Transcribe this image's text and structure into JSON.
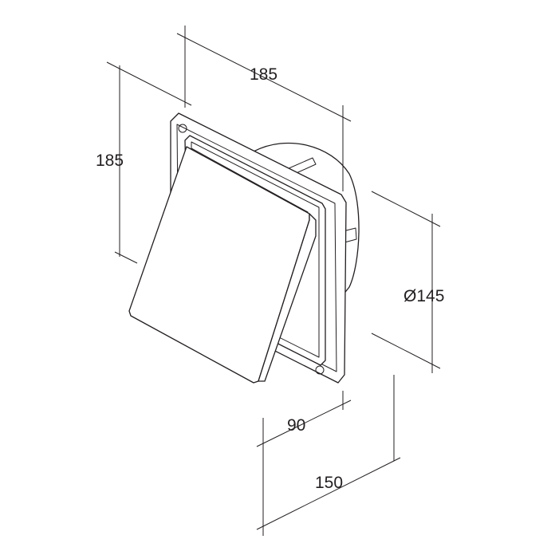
{
  "dimensions": {
    "width_top": "185",
    "height_left": "185",
    "diameter": "Ø145",
    "depth_hood": "90",
    "depth_total": "150"
  }
}
